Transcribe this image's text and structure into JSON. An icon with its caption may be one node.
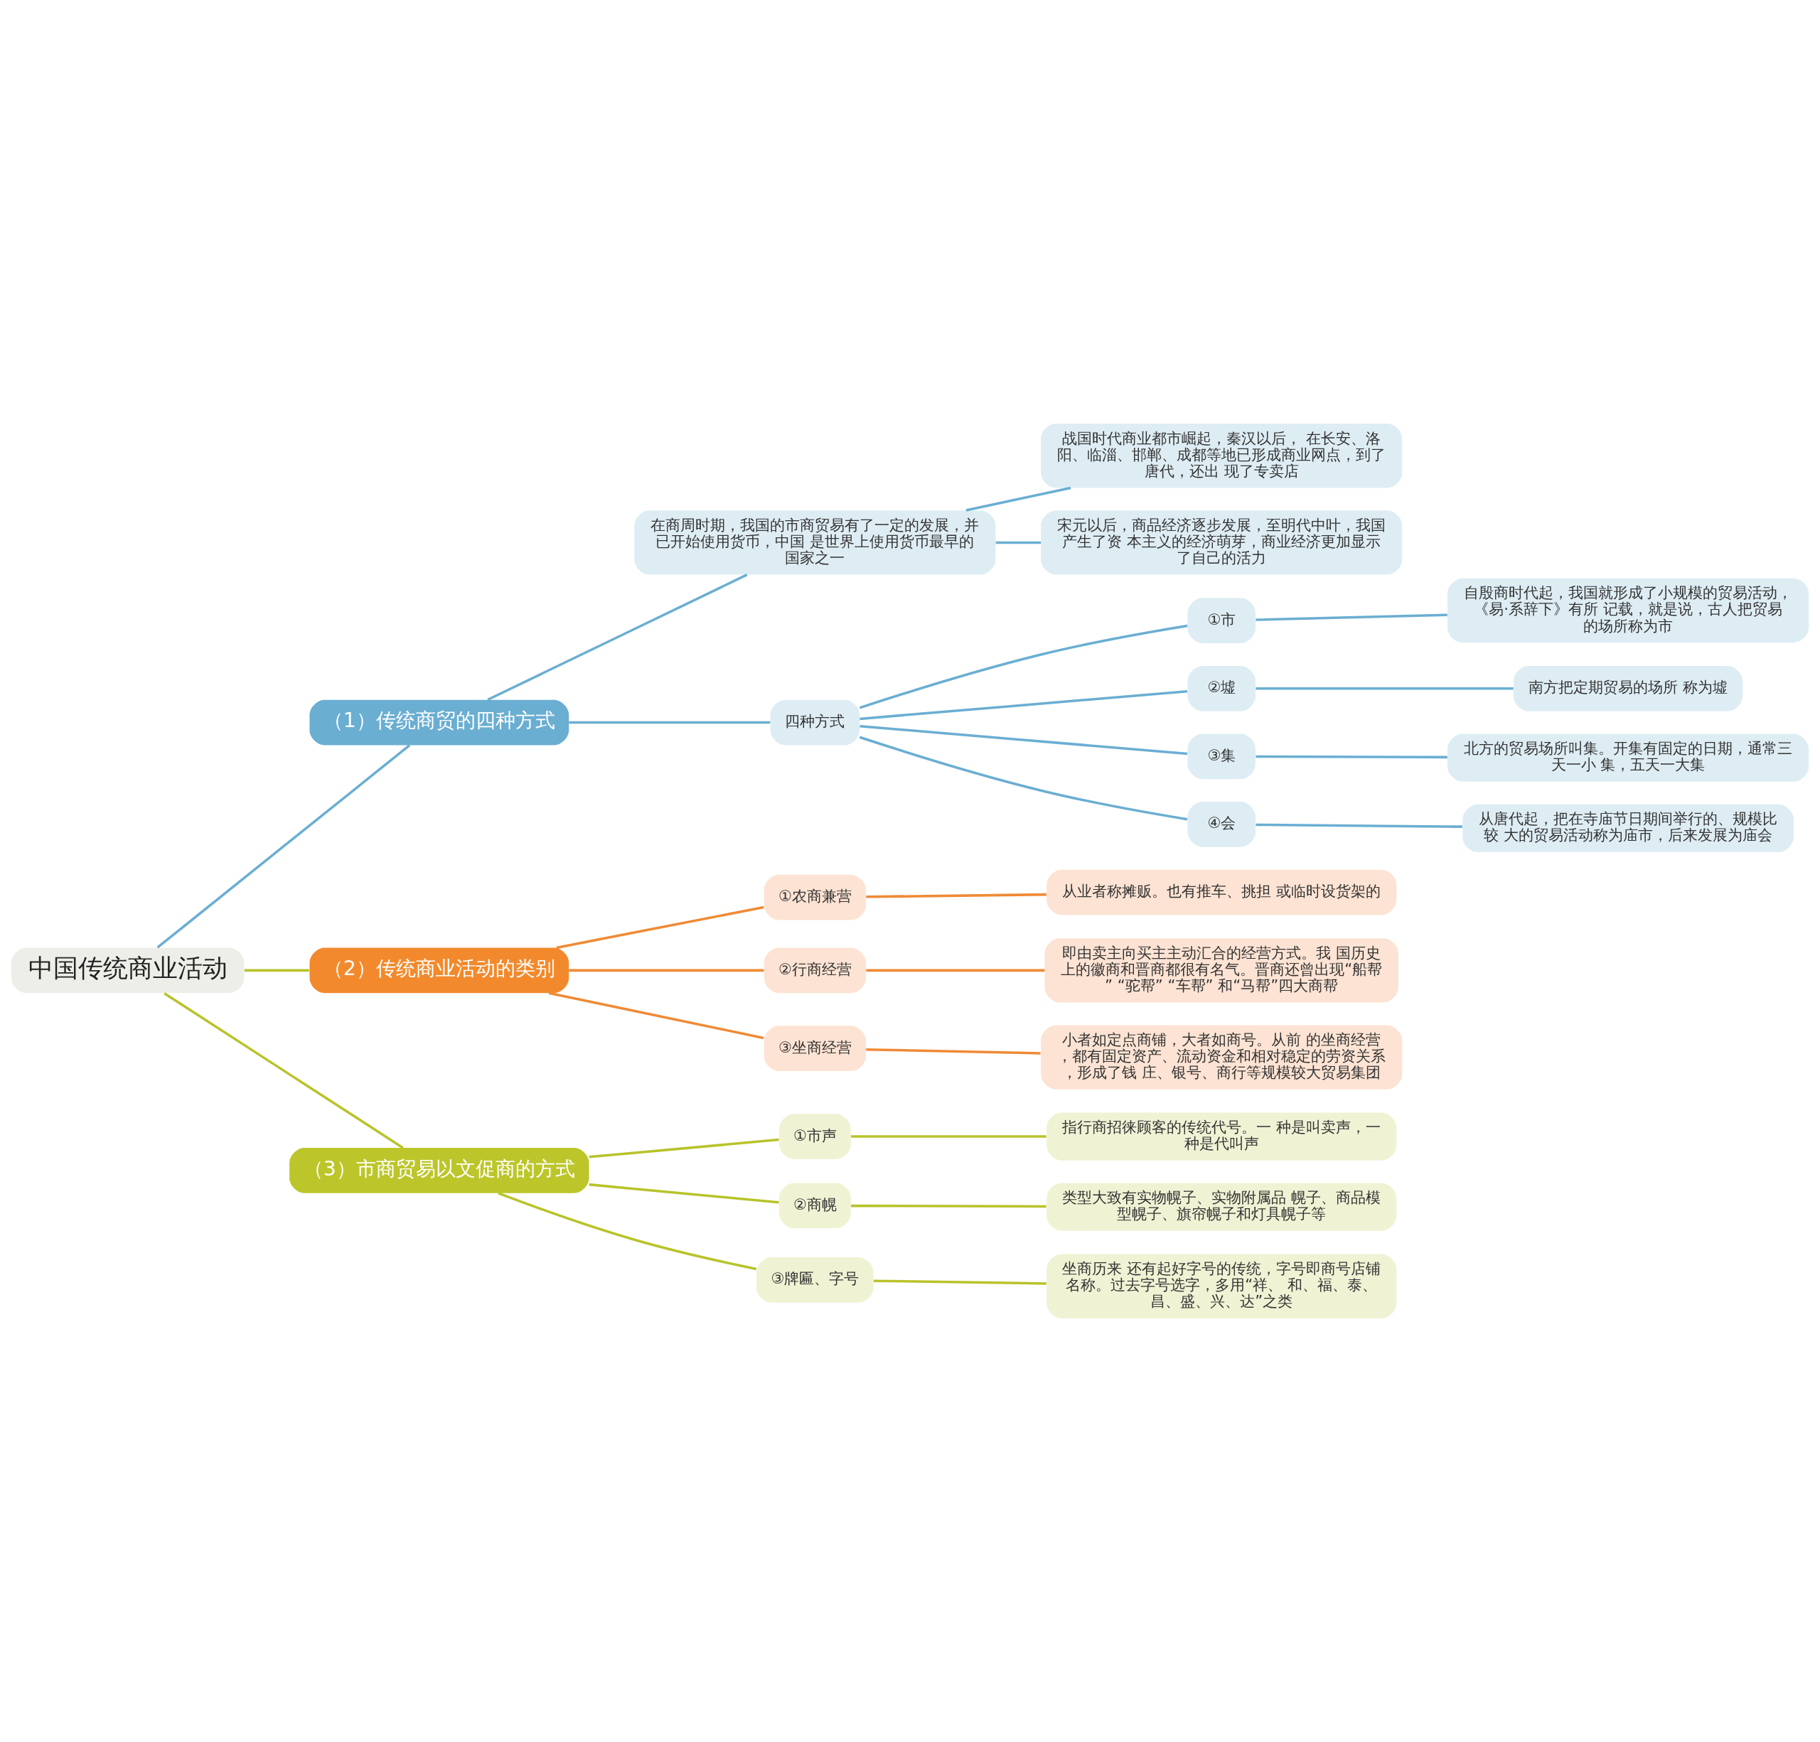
{
  "diagram": {
    "nodes": [
      {
        "text": [
          "中国传统商业活动"
        ]
      },
      {
        "text": [
          "（1）传统商贸的四种方式"
        ]
      },
      {
        "text": [
          "在商周时期，我国的市商贸易有了一定的发展，并已开始使用货币，中国 是世界上使用货币最早的国家之一"
        ]
      },
      {
        "text": [
          "战国时代商业都市崛起，秦汉以后， 在长安、洛阳、临淄、邯郸、成都等地已形成商业网点，到了唐代，还出 现了专卖店"
        ]
      },
      {
        "text": [
          "宋元以后，商品经济逐步发展，至明代中叶，我国产生了资 本主义的经济萌芽，商业经济更加显示了自己的活力"
        ]
      },
      {
        "text": [
          "四种方式"
        ]
      },
      {
        "text": [
          "①市"
        ]
      },
      {
        "text": [
          "自殷商时代起，我国就形成了小规模的贸易活动，《易·系辞下》有所 记载，就是说，古人把贸易的场所称为市"
        ]
      },
      {
        "text": [
          "②墟"
        ]
      },
      {
        "text": [
          "南方把定期贸易的场所 称为墟"
        ]
      },
      {
        "text": [
          "③集"
        ]
      },
      {
        "text": [
          "北方的贸易场所叫集。开集有固定的日期，通常三天一小 集，五天一大集"
        ]
      },
      {
        "text": [
          "④会"
        ]
      },
      {
        "text": [
          "从唐代起，把在寺庙节日期间举行的、规模比较 大的贸易活动称为庙市，后来发展为庙会"
        ]
      },
      {
        "text": [
          "（2）传统商业活动的类别"
        ]
      },
      {
        "text": [
          "①农商兼营"
        ]
      },
      {
        "text": [
          "从业者称摊贩。也有推车、挑担 或临时设货架的"
        ]
      },
      {
        "text": [
          "②行商经营"
        ]
      },
      {
        "text": [
          "即由卖主向买主主动汇合的经营方式。我 国历史上的徽商和晋商都很有名气。晋商还曾出现“船帮” “驼帮” “车帮” 和“马帮”四大商帮"
        ]
      },
      {
        "text": [
          "③坐商经营"
        ]
      },
      {
        "text": [
          "小者如定点商铺，大者如商号。从前 的坐商经营，都有固定资产、流动资金和相对稳定的劳资关系，形成了钱 庄、银号、商行等规模较大贸易集团"
        ]
      },
      {
        "text": [
          "（3）市商贸易以文促商的方式"
        ]
      },
      {
        "text": [
          "①市声"
        ]
      },
      {
        "text": [
          "指行商招徕顾客的传统代号。一 种是叫卖声，一种是代叫声"
        ]
      },
      {
        "text": [
          "②商幌"
        ]
      },
      {
        "text": [
          "类型大致有实物幌子、实物附属品 幌子、商品模型幌子、旗帘幌子和灯具幌子等"
        ]
      },
      {
        "text": [
          "③牌匾、字号"
        ]
      },
      {
        "text": [
          "坐商历来 还有起好字号的传统，字号即商号店铺名称。过去字号选字，多用“祥、 和、福、泰、昌、盛、兴、达”之类"
        ]
      }
    ],
    "edges": [
      {
        "from": 0,
        "to": 1,
        "arrow": "none"
      },
      {
        "from": 1,
        "to": 2,
        "arrow": "none"
      },
      {
        "from": 2,
        "to": 3,
        "arrow": "none"
      },
      {
        "from": 2,
        "to": 4,
        "arrow": "none"
      },
      {
        "from": 1,
        "to": 5,
        "arrow": "none"
      },
      {
        "from": 5,
        "to": 6,
        "arrow": "none"
      },
      {
        "from": 6,
        "to": 7,
        "arrow": "none"
      },
      {
        "from": 5,
        "to": 8,
        "arrow": "none"
      },
      {
        "from": 8,
        "to": 9,
        "arrow": "none"
      },
      {
        "from": 5,
        "to": 10,
        "arrow": "none"
      },
      {
        "from": 10,
        "to": 11,
        "arrow": "none"
      },
      {
        "from": 5,
        "to": 12,
        "arrow": "none"
      },
      {
        "from": 12,
        "to": 13,
        "arrow": "none"
      },
      {
        "from": 0,
        "to": 14,
        "arrow": "none",
        "color": "#b8c32a"
      },
      {
        "from": 14,
        "to": 15,
        "arrow": "none",
        "color": "#ef8a35"
      },
      {
        "from": 15,
        "to": 16,
        "arrow": "none",
        "color": "#ef8a35"
      },
      {
        "from": 14,
        "to": 17,
        "arrow": "none",
        "color": "#ef8a35"
      },
      {
        "from": 17,
        "to": 18,
        "arrow": "none",
        "color": "#ef8a35"
      },
      {
        "from": 14,
        "to": 19,
        "arrow": "none",
        "color": "#ef8a35"
      },
      {
        "from": 19,
        "to": 20,
        "arrow": "none",
        "color": "#ef8a35"
      },
      {
        "from": 0,
        "to": 21,
        "arrow": "none",
        "color": "#b8c32a"
      },
      {
        "from": 21,
        "to": 22,
        "arrow": "none",
        "color": "#b8c32a"
      },
      {
        "from": 22,
        "to": 23,
        "arrow": "none",
        "color": "#b8c32a"
      },
      {
        "from": 21,
        "to": 24,
        "arrow": "none",
        "color": "#b8c32a"
      },
      {
        "from": 24,
        "to": 25,
        "arrow": "none",
        "color": "#b8c32a"
      },
      {
        "from": 21,
        "to": 26,
        "arrow": "none",
        "color": "#b8c32a"
      },
      {
        "from": 26,
        "to": 27,
        "arrow": "none",
        "color": "#b8c32a"
      }
    ]
  }
}
